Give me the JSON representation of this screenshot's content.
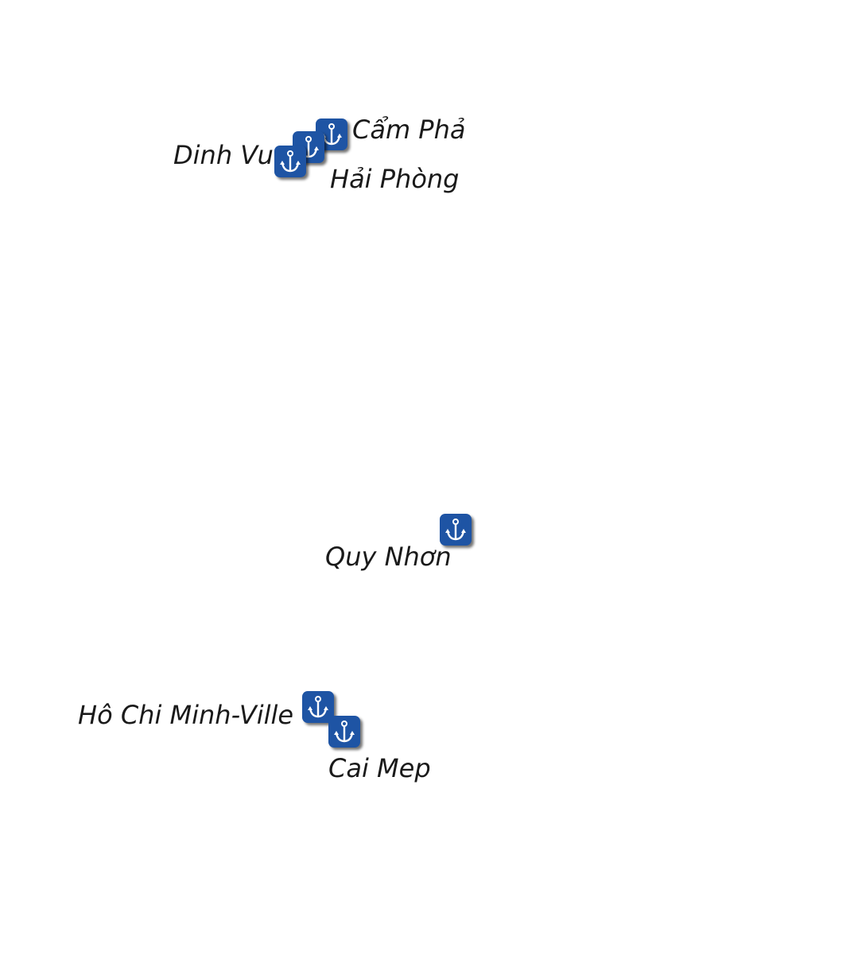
{
  "map": {
    "marker_color": "#1e54a4",
    "marker_icon": "anchor-icon",
    "ports": [
      {
        "id": "cam-pha",
        "name": "Cẩm Phả"
      },
      {
        "id": "hai-phong",
        "name": "Hải Phòng"
      },
      {
        "id": "dinh-vu",
        "name": "Dinh Vu"
      },
      {
        "id": "quy-nhon",
        "name": "Quy Nhơn"
      },
      {
        "id": "ho-chi-minh",
        "name": "Hô Chi Minh-Ville"
      },
      {
        "id": "cai-mep",
        "name": "Cai Mep"
      }
    ]
  }
}
